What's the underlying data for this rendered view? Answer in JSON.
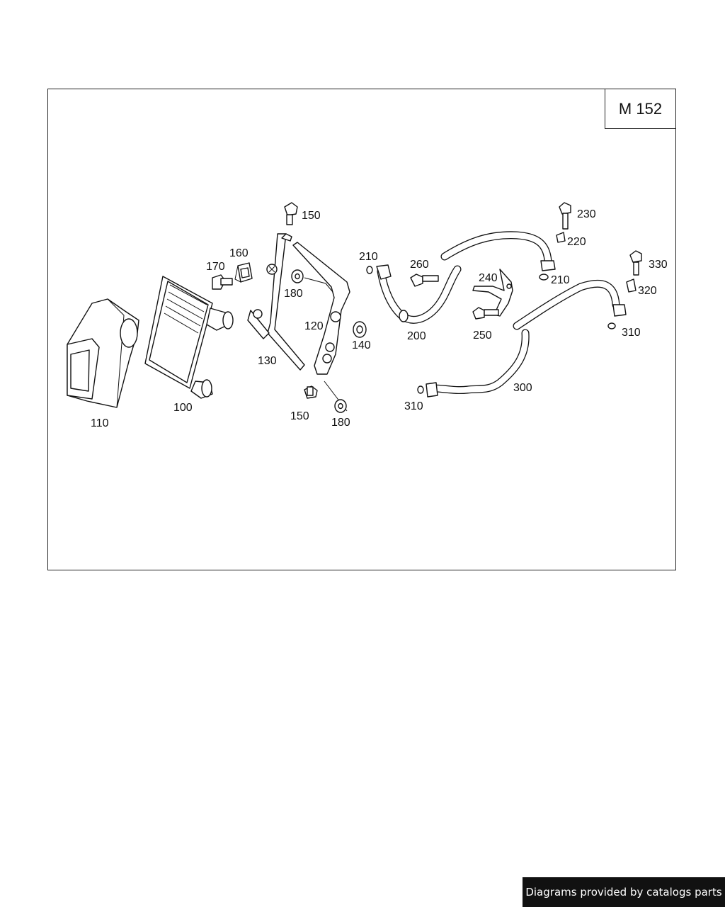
{
  "diagram": {
    "model_label": "M 152",
    "callouts": [
      {
        "id": "150-top",
        "text": "150"
      },
      {
        "id": "160",
        "text": "160"
      },
      {
        "id": "170",
        "text": "170"
      },
      {
        "id": "180-top",
        "text": "180"
      },
      {
        "id": "120",
        "text": "120"
      },
      {
        "id": "130",
        "text": "130"
      },
      {
        "id": "140",
        "text": "140"
      },
      {
        "id": "100",
        "text": "100"
      },
      {
        "id": "110",
        "text": "110"
      },
      {
        "id": "150-bottom",
        "text": "150"
      },
      {
        "id": "180-bottom",
        "text": "180"
      },
      {
        "id": "210-left",
        "text": "210"
      },
      {
        "id": "260",
        "text": "260"
      },
      {
        "id": "200",
        "text": "200"
      },
      {
        "id": "230",
        "text": "230"
      },
      {
        "id": "220",
        "text": "220"
      },
      {
        "id": "210-right",
        "text": "210"
      },
      {
        "id": "240",
        "text": "240"
      },
      {
        "id": "250",
        "text": "250"
      },
      {
        "id": "330",
        "text": "330"
      },
      {
        "id": "320",
        "text": "320"
      },
      {
        "id": "310-right",
        "text": "310"
      },
      {
        "id": "300",
        "text": "300"
      },
      {
        "id": "310-left",
        "text": "310"
      }
    ]
  },
  "footer": {
    "credit": "Diagrams provided by catalogs parts"
  }
}
